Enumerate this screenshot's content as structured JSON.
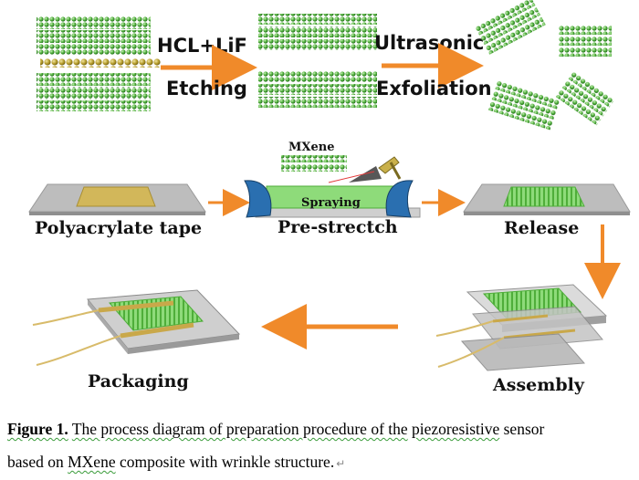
{
  "figure": {
    "labels": {
      "etch_reagent": "HCL+LiF",
      "etch_step": "Etching",
      "exfol_method": "Ultrasonic",
      "exfol_step": "Exfoliation",
      "mxene": "MXene",
      "spraying": "Spraying",
      "polyacrylate": "Polyacrylate tape",
      "prestretch": "Pre-strectch",
      "release": "Release",
      "assembly": "Assembly",
      "packaging": "Packaging"
    },
    "colors": {
      "mxene_green": "#5fbf4a",
      "interlayer_gold": "#b8a232",
      "arrow_orange": "#f08a2a",
      "tape_gray": "#b9b9b9",
      "roller_blue": "#2a6fb0",
      "tape_gold": "#d2b75a"
    }
  },
  "caption": {
    "figure_no": "Figure 1.",
    "text_1": "The process diagram of preparation procedure of the",
    "word_1": "piezoresistive",
    "text_2": "sensor",
    "text_3": "based on",
    "word_2": "MXene",
    "text_4": "composite with wrinkle structure.",
    "mark": "↵"
  }
}
